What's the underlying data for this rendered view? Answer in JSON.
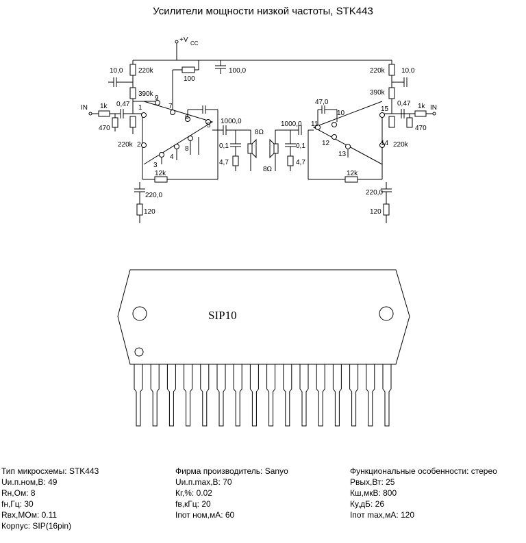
{
  "title": "Усилители мощности низкой частоты, STK443",
  "schematic": {
    "vcc": "+V",
    "vcc_sub": "CC",
    "input_left": "IN",
    "input_right": "IN",
    "left": {
      "c_10": "10,0",
      "r_220k_top": "220k",
      "r_390k": "390k",
      "r_100": "100",
      "c_100": "100,0",
      "r_1k": "1k",
      "c_047": "0,47",
      "r_470": "470",
      "r_220k_bottom": "220k",
      "c_1000": "1000,0",
      "c_01": "0,1",
      "r_47": "4,7",
      "speaker": "8Ω",
      "r_12k": "12k",
      "c_220": "220,0",
      "r_120": "120"
    },
    "right": {
      "r_220k_top": "220k",
      "c_10": "10,0",
      "r_390k": "390k",
      "c_47": "47,0",
      "c_047": "0,47",
      "r_1k": "1k",
      "r_470": "470",
      "r_220k_bottom": "220k",
      "c_1000": "1000,0",
      "c_01": "0,1",
      "r_47": "4,7",
      "speaker": "8Ω",
      "r_12k": "12k",
      "c_220": "220,0",
      "r_120": "120"
    },
    "pins": [
      "1",
      "2",
      "3",
      "4",
      "5",
      "6",
      "7",
      "8",
      "9",
      "10",
      "11",
      "12",
      "13",
      "14",
      "15"
    ]
  },
  "package": {
    "label": "SIP10",
    "pin_count": 16
  },
  "specs": {
    "col1": [
      "Тип микросхемы: STK443",
      "Uи.п.ном,В: 49",
      "Rн,Ом: 8",
      "fн,Гц: 30",
      "Rвх,МОм: 0.11",
      "Корпус: SIP(16pin)"
    ],
    "col2": [
      "Фирма производитель: Sanyo",
      "Uи.п.max,В: 70",
      "Кг,%: 0.02",
      "fв,кГц: 20",
      "Iпот ном,мА: 60"
    ],
    "col3": [
      "Функциональные особенности: стерео",
      "Pвых,Вт: 25",
      "Кш,мкВ: 800",
      "Ку,дБ: 26",
      "Iпот max,мА: 120"
    ]
  }
}
